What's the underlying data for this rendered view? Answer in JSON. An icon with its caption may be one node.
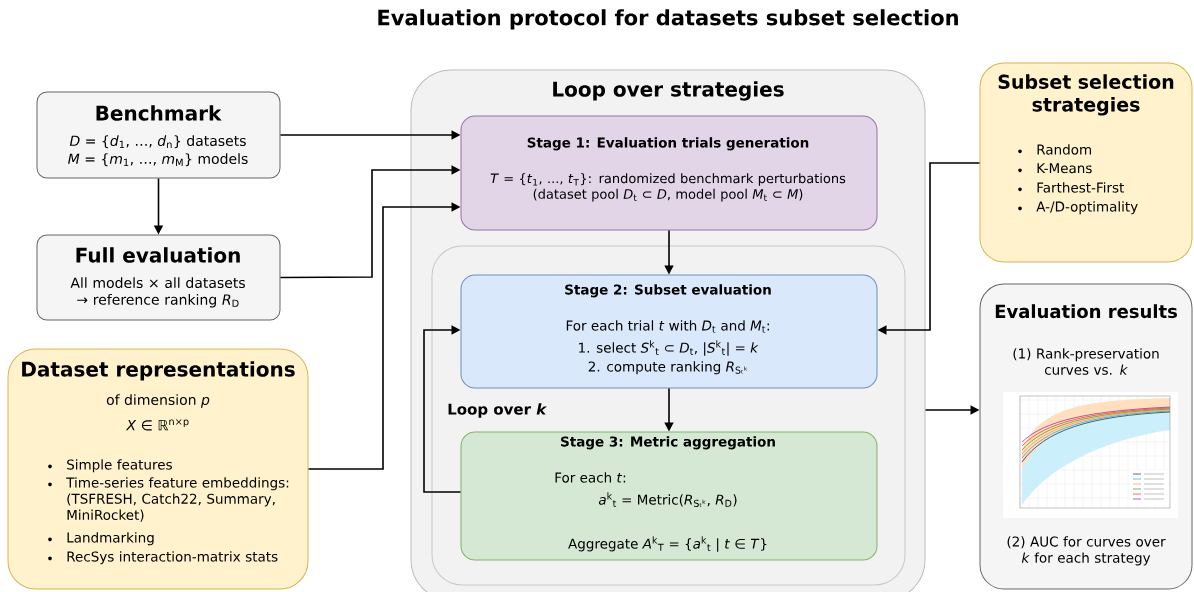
{
  "diagram": {
    "title": "Evaluation protocol for datasets subset selection",
    "nodes": [
      {
        "text": [
          "Benchmark",
          "*D* = {*d*$_{1}$, …, *d*$_{n}$} datasets",
          "*M* = {*m*$_{1}$, …, *m*$_{M}$} models"
        ]
      },
      {
        "text": [
          "Full evaluation",
          "All models × all datasets → reference ranking *R*$_{D}$"
        ]
      },
      {
        "text": [
          "Dataset representations",
          "of dimension *p*",
          "*X* ∈ ℝ$^{n×p}$",
          "Simple features",
          "Time-series feature embeddings: (TSFRESH, Catch22, Summary, MiniRocket)",
          "Landmarking",
          "RecSys interaction-matrix stats"
        ]
      },
      {
        "text": [
          "Loop over strategies"
        ]
      },
      {
        "text": [
          "Stage 1: Evaluation trials generation",
          "*T* = {*t*$_{1}$, ..., *t*$_{T}$}: randomized benchmark perturbations (dataset pool *D*$_{t}$ ⊂ *D*, model pool *M*$_{t}$ ⊂ *M*)"
        ],
        "in": 3
      },
      {
        "text": [
          "Loop over *k*"
        ],
        "in": 3
      },
      {
        "text": [
          "Stage 2: Subset evaluation",
          "For each trial *t* with *D*$_{t}$ and *M*$_{t}$:",
          "1. select *S*$^{k}$$_{t}$ ⊂ *D*$_{t}$, |*S*$^{k}$$_{t}$| = *k*",
          "2. compute ranking *R*$_{Sₜᵏ}$"
        ],
        "in": 5
      },
      {
        "text": [
          "Stage 3: Metric aggregation",
          "For each *t*:",
          "*a*$^{k}$$_{t}$ = Metric(*R*$_{Sₜᵏ}$, *R*$_{D}$)",
          "Aggregate *A*$^{k}$$_{T}$ = {*a*$^{k}$$_{t}$ | *t* ∈ *T*}"
        ],
        "in": 5
      },
      {
        "text": [
          "Subset selection strategies",
          "Random",
          "K-Means",
          "Farthest-First",
          "A-/D-optimality"
        ]
      },
      {
        "text": [
          "Evaluation results",
          "(1) Rank-preservation curves vs. *k*",
          "(2) AUC for curves over *k* for each strategy"
        ]
      }
    ],
    "edges": [
      {
        "from": 0,
        "to": 4,
        "arrow": "to"
      },
      {
        "from": 1,
        "to": 4,
        "arrow": "to"
      },
      {
        "from": 2,
        "to": 4,
        "arrow": "to"
      },
      {
        "from": 0,
        "to": 1,
        "arrow": "to"
      },
      {
        "from": 4,
        "to": 6,
        "arrow": "to"
      },
      {
        "from": 6,
        "to": 7,
        "arrow": "to"
      },
      {
        "from": 7,
        "to": 6,
        "arrow": "to"
      },
      {
        "from": 8,
        "to": 6,
        "arrow": "to"
      },
      {
        "from": 3,
        "to": 9,
        "arrow": "to"
      }
    ]
  }
}
